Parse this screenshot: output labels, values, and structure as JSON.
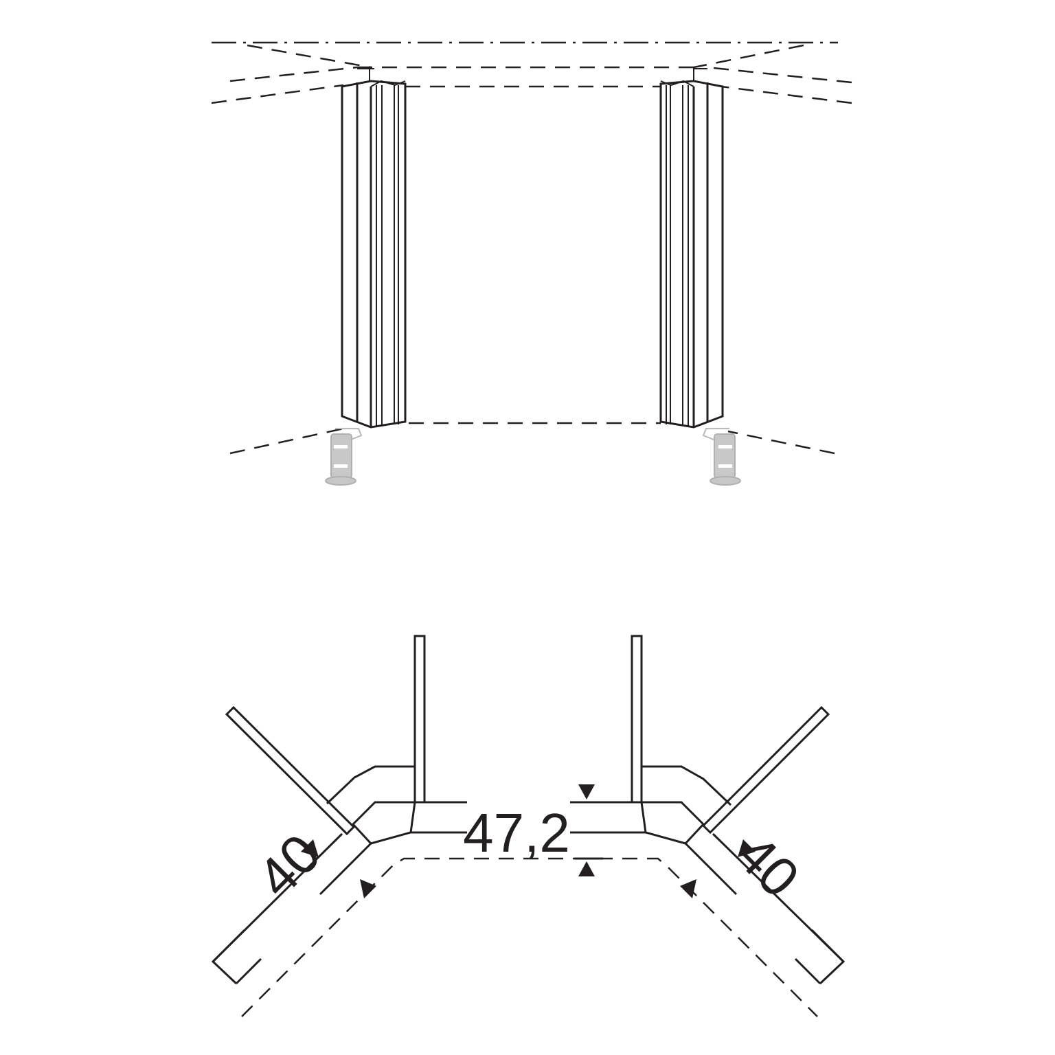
{
  "colors": {
    "line": "#231f20",
    "background": "#ffffff",
    "foot": "#c8c8c8"
  },
  "dimensions": {
    "center_depth": "47,2",
    "left_depth": "40",
    "right_depth": "40"
  }
}
